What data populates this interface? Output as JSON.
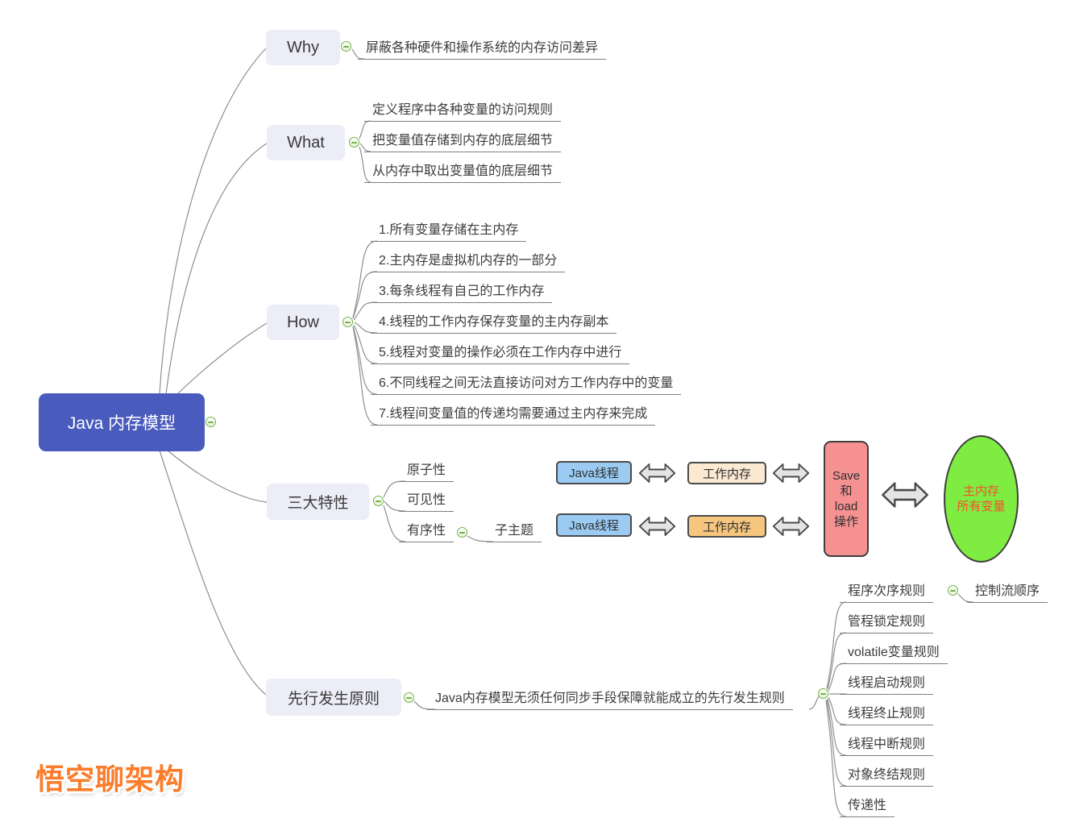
{
  "root": {
    "label": "Java 内存模型"
  },
  "branches": {
    "why": {
      "label": "Why",
      "children": [
        "屏蔽各种硬件和操作系统的内存访问差异"
      ]
    },
    "what": {
      "label": "What",
      "children": [
        "定义程序中各种变量的访问规则",
        "把变量值存储到内存的底层细节",
        "从内存中取出变量值的底层细节"
      ]
    },
    "how": {
      "label": "How",
      "children": [
        "1.所有变量存储在主内存",
        "2.主内存是虚拟机内存的一部分",
        "3.每条线程有自己的工作内存",
        "4.线程的工作内存保存变量的主内存副本",
        "5.线程对变量的操作必须在工作内存中进行",
        "6.不同线程之间无法直接访问对方工作内存中的变量",
        "7.线程间变量值的传递均需要通过主内存来完成"
      ]
    },
    "features": {
      "label": "三大特性",
      "children": [
        "原子性",
        "可见性",
        "有序性"
      ],
      "subtopic": "子主题"
    },
    "happens_before": {
      "label": "先行发生原则",
      "description": "Java内存模型无须任何同步手段保障就能成立的先行发生规则",
      "rules": [
        "程序次序规则",
        "管程锁定规则",
        "volatile变量规则",
        "线程启动规则",
        "线程终止规则",
        "线程中断规则",
        "对象终结规则",
        "传递性"
      ],
      "rule_child": "控制流顺序"
    }
  },
  "diagram": {
    "java_thread_1": "Java线程",
    "java_thread_2": "Java线程",
    "working_memory_1": "工作内存",
    "working_memory_2": "工作内存",
    "save_load": "Save\n和\nload\n操作",
    "main_memory": "主内存\n所有变量"
  },
  "watermark": "悟空聊架构",
  "colors": {
    "root_bg": "#4A5BBE",
    "topic_bg": "#ECEDF7",
    "collapse_green": "#74B243",
    "thread_blue": "#9BCBF3",
    "workmem_light": "#FBE9D2",
    "workmem_orange": "#F6C67F",
    "save_pink": "#F69191",
    "memory_green": "#7FEC41",
    "memory_text_red": "#F4512C",
    "watermark_orange": "#FB7D2B",
    "line_gray": "#8f8f8f"
  }
}
